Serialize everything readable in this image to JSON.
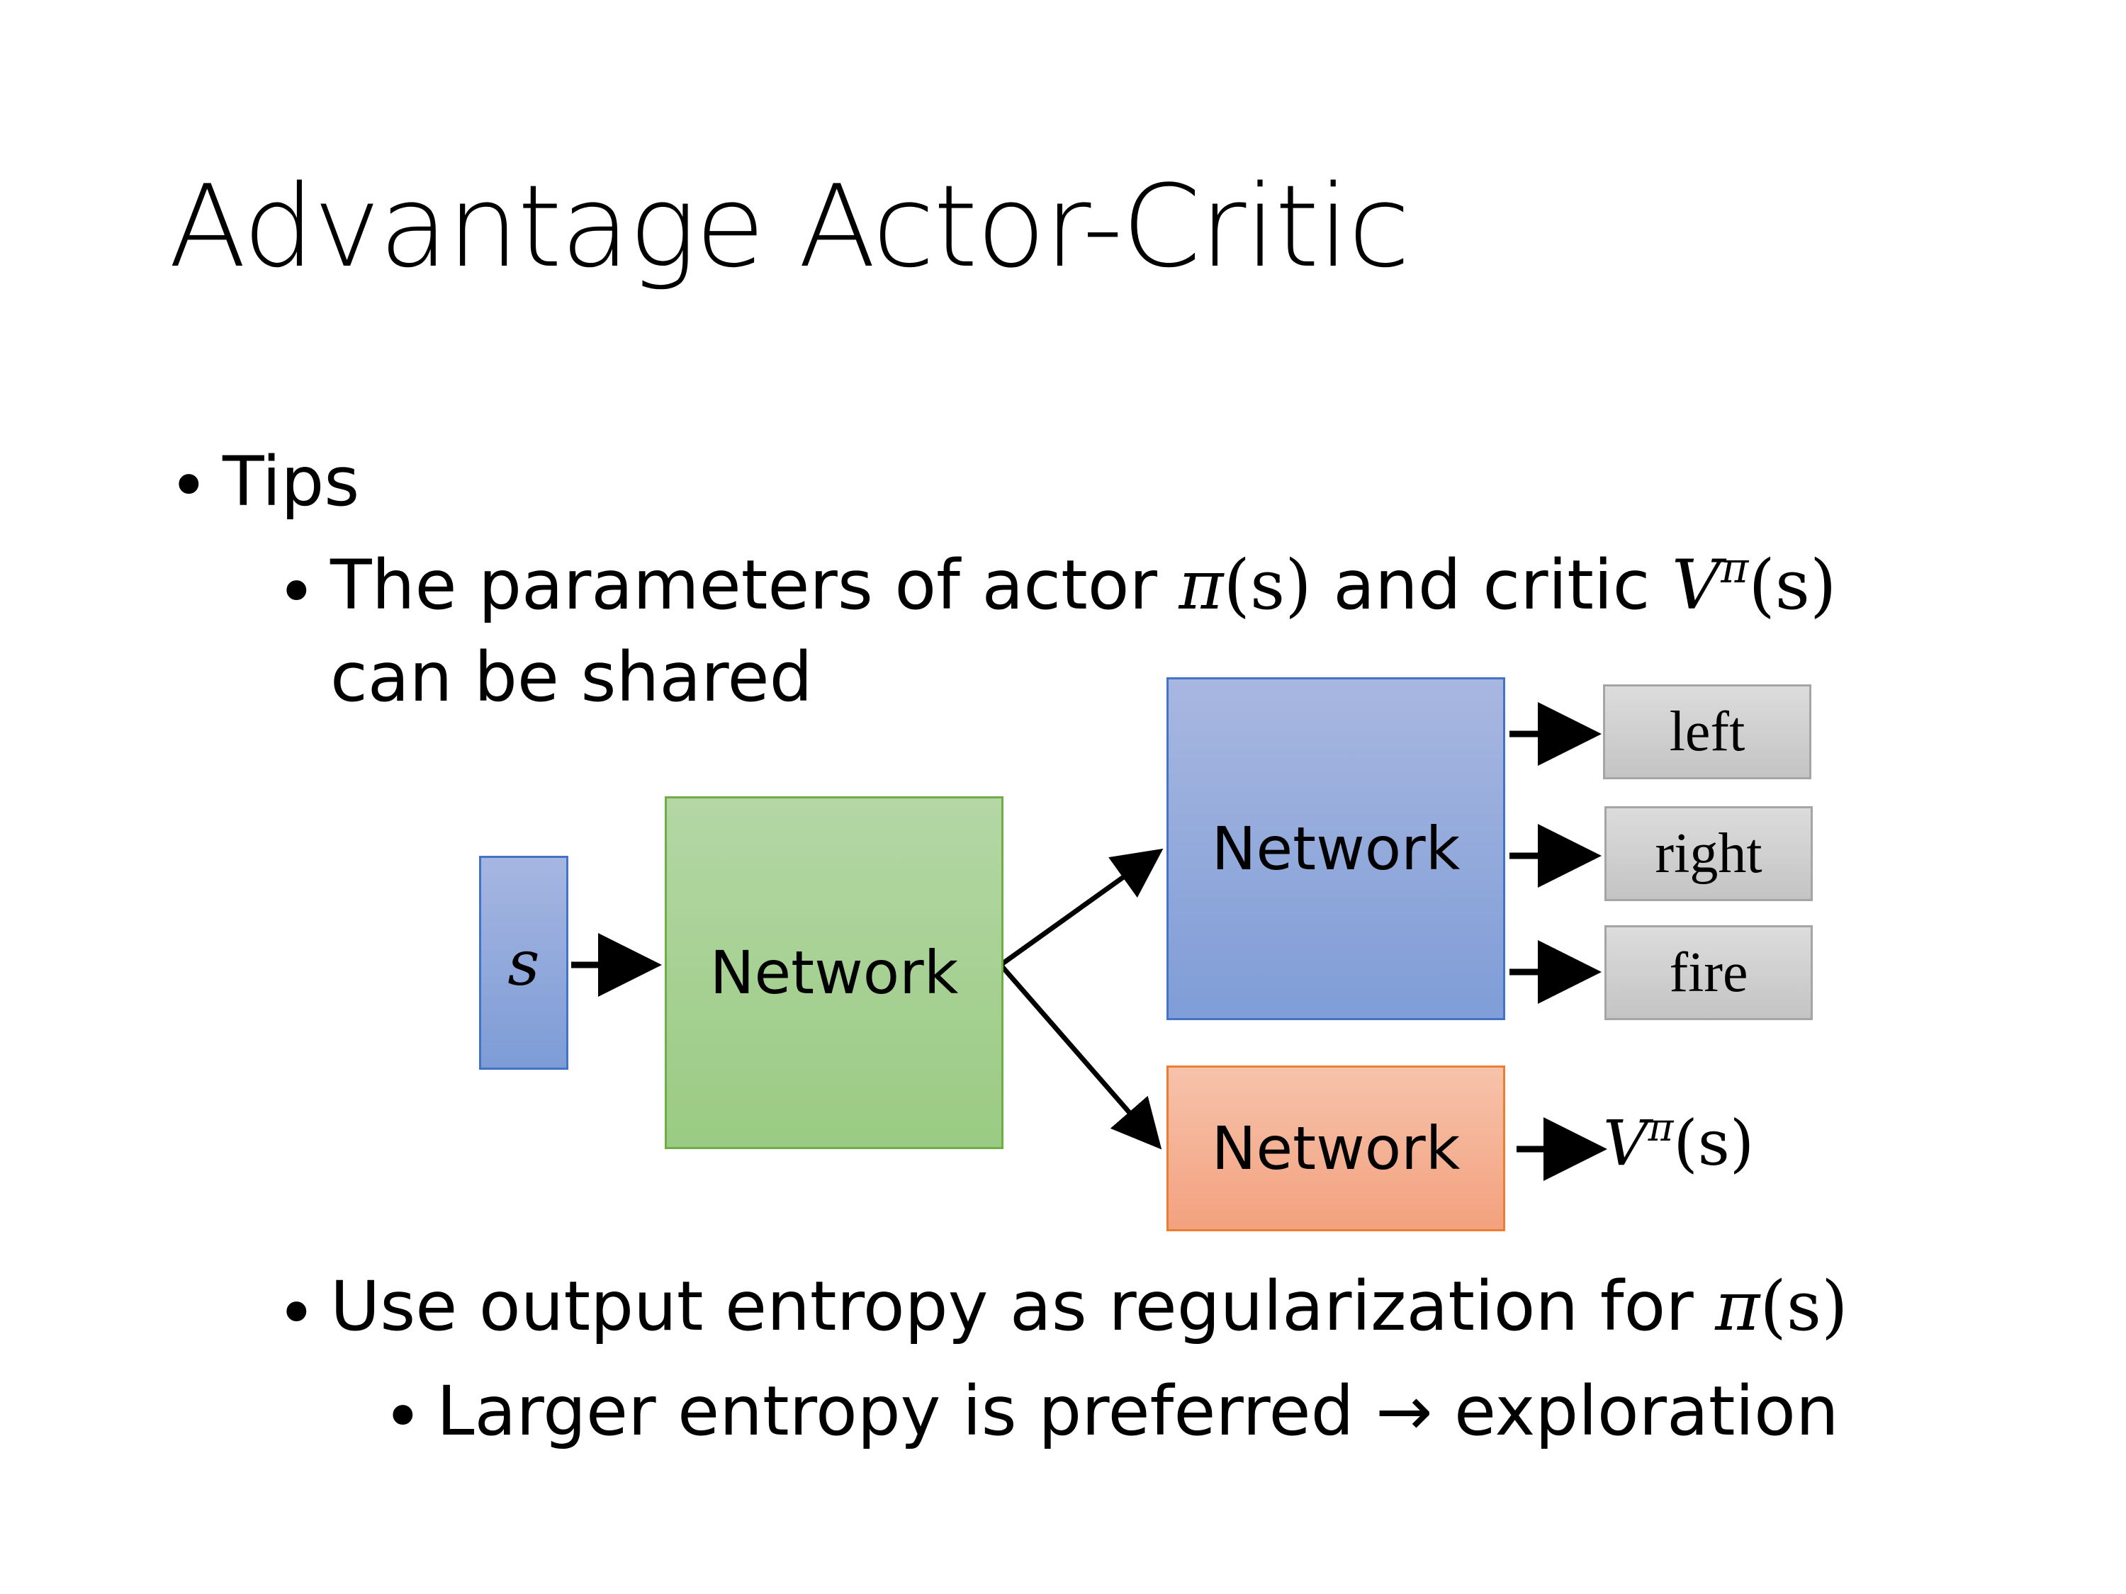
{
  "title": "Advantage Actor-Critic",
  "bullets": {
    "tips": "Tips",
    "shared_line1_a": "The parameters of actor ",
    "shared_line1_pi": "π",
    "shared_line1_paren": "(s)",
    "shared_line1_b": "  and critic ",
    "shared_line1_v": "V",
    "shared_line1_vsup": "π",
    "shared_line1_vparen": "(s)",
    "shared_line2": "can be shared",
    "entropy_a": "Use output entropy as regularization for ",
    "entropy_pi": "π",
    "entropy_paren": "(s)",
    "larger": "Larger entropy is preferred → exploration"
  },
  "diagram": {
    "input_label": "s",
    "shared_network_label": "Network",
    "actor_network_label": "Network",
    "critic_network_label": "Network",
    "actions": [
      "left",
      "right",
      "fire"
    ],
    "critic_output_v": "V",
    "critic_output_sup": "π",
    "critic_output_paren": "(s)"
  },
  "colors": {
    "input_fill": "#8fa9dc",
    "shared_network_fill": "#a9d18e",
    "actor_network_fill": "#8faadc",
    "critic_network_fill": "#f4b183",
    "action_fill": "#d0d0d0"
  }
}
